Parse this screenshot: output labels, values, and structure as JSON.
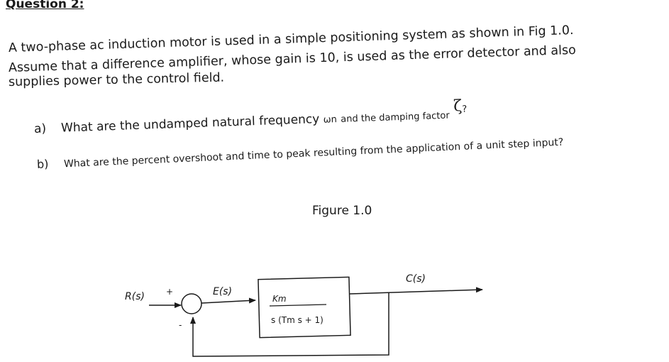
{
  "heading": "Question 2:",
  "intro": {
    "line1": "A two-phase ac induction motor is used in a simple positioning system as shown in Fig 1.0.",
    "line2": "Assume that a difference amplifier, whose gain is 10, is used as the error detector and also",
    "line3": "supplies power to the control field."
  },
  "questions": {
    "a": {
      "label": "a)",
      "text": "What are the undamped natural frequency",
      "omega": "ωn",
      "text2": "and the damping factor",
      "zeta": "ζ",
      "qmark": "?"
    },
    "b": {
      "label": "b)",
      "text": "What are the percent overshoot and time to peak resulting from the application of a unit step input?"
    }
  },
  "figure": {
    "caption": "Figure 1.0",
    "input_label": "R(s)",
    "plus_sign": "+",
    "minus_sign": "-",
    "error_label": "E(s)",
    "output_label": "C(s)",
    "tf_numerator": "Km",
    "tf_denominator": "s (Tm s + 1)"
  }
}
